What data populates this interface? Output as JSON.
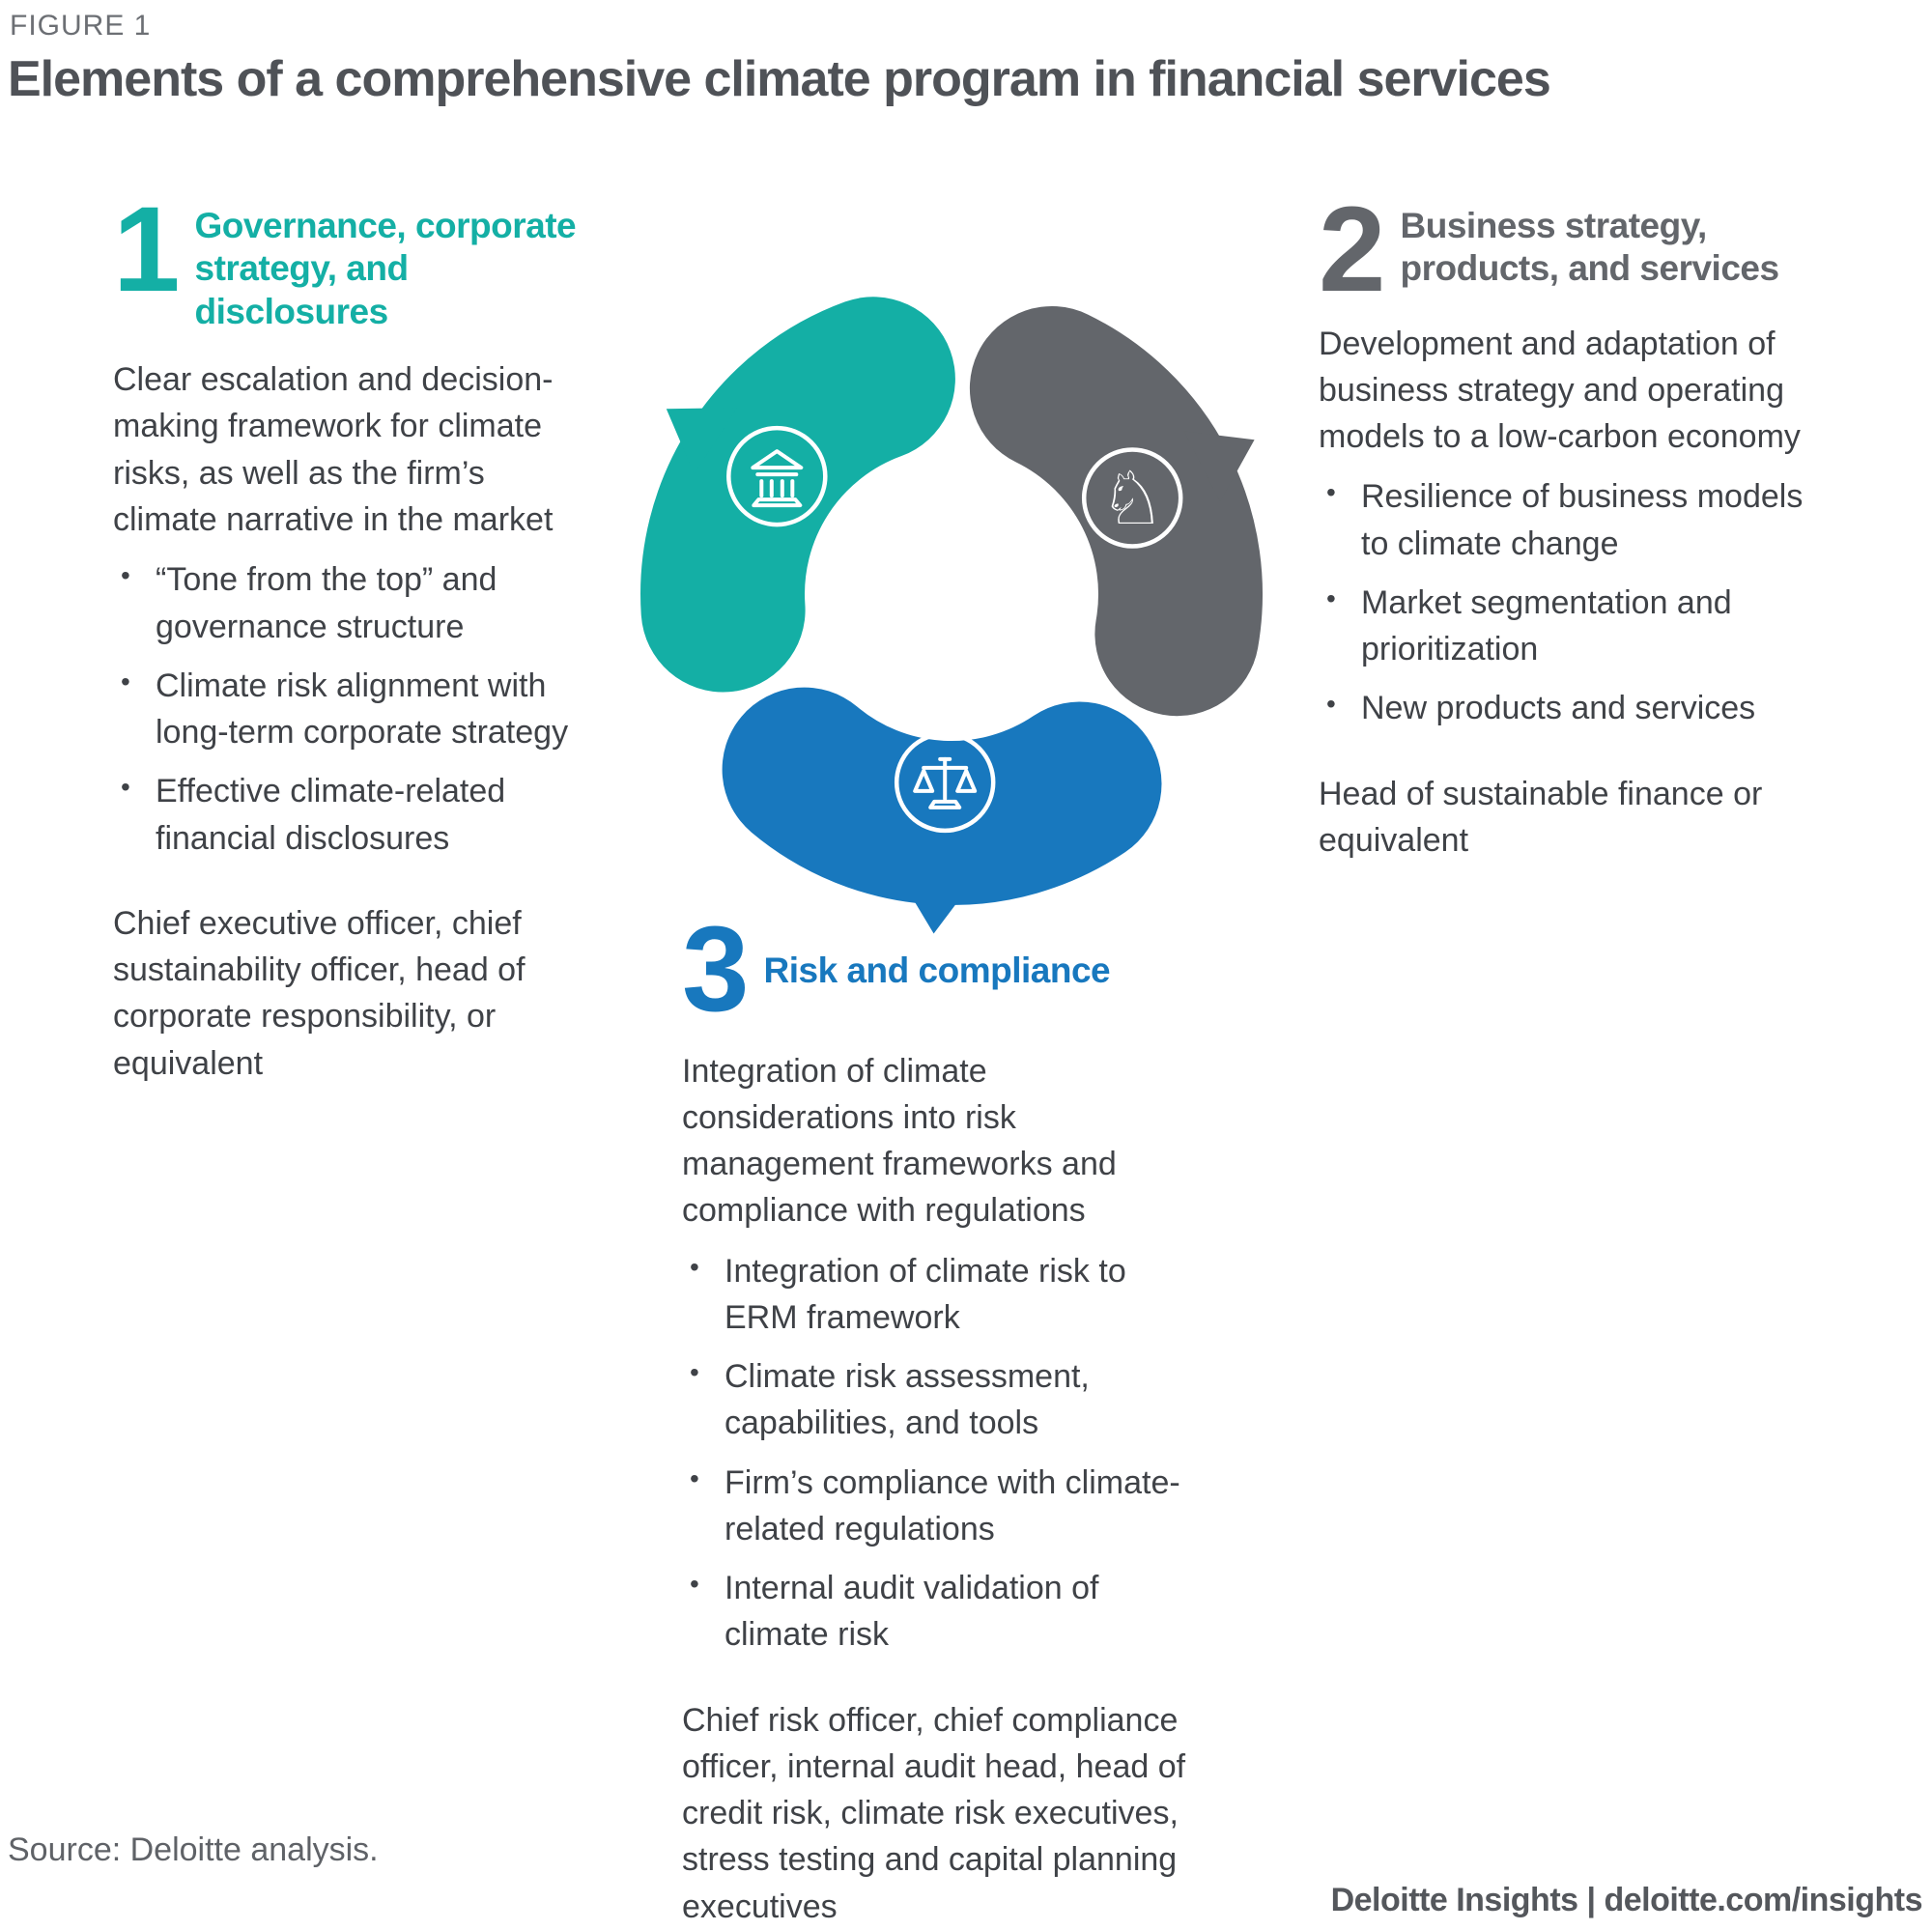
{
  "figure": {
    "label": "FIGURE 1",
    "title": "Elements of a comprehensive climate program in financial services"
  },
  "sections": [
    {
      "number": "1",
      "heading": "Governance, corporate strategy, and disclosures",
      "intro": "Clear escalation and decision-making framework for climate risks, as well as the firm’s climate narrative in the market",
      "bullets": [
        "“Tone from the top” and governance structure",
        "Climate risk alignment with long-term corporate strategy",
        "Effective climate-related financial disclosures"
      ],
      "owners": "Chief executive officer, chief sustainability officer, head of corporate responsibility, or equivalent"
    },
    {
      "number": "2",
      "heading": "Business strategy, products, and services",
      "intro": "Development and adaptation of business strategy and operating models to a low-carbon economy",
      "bullets": [
        "Resilience of business models to climate change",
        "Market segmentation and prioritization",
        "New products and services"
      ],
      "owners": "Head of sustainable finance or equivalent"
    },
    {
      "number": "3",
      "heading": "Risk and compliance",
      "intro": "Integration of climate considerations into risk management frameworks and compliance with regulations",
      "bullets": [
        "Integration of climate risk to ERM framework",
        "Climate risk assessment, capabilities, and tools",
        "Firm’s compliance with climate-related regulations",
        "Internal audit validation of climate risk"
      ],
      "owners": "Chief risk officer, chief compliance officer, internal audit head, head of credit risk, climate risk executives, stress testing and capital planning executives"
    }
  ],
  "diagram": {
    "type": "cycle",
    "segments": [
      {
        "name": "governance",
        "color": "#14afa5",
        "icon": "bank-building-icon"
      },
      {
        "name": "business-strategy",
        "color": "#63666b",
        "icon": "chess-knight-icon"
      },
      {
        "name": "risk-compliance",
        "color": "#1878be",
        "icon": "scales-icon"
      }
    ],
    "knight_glyph": "♘",
    "icon_stroke": "#ffffff"
  },
  "footer": {
    "source": "Source: Deloitte analysis.",
    "branding": "Deloitte Insights | deloitte.com/insights"
  },
  "colors": {
    "teal": "#14afa5",
    "gray": "#63666b",
    "blue": "#1878be",
    "body_text": "#3f4247",
    "title_text": "#4f5257"
  }
}
